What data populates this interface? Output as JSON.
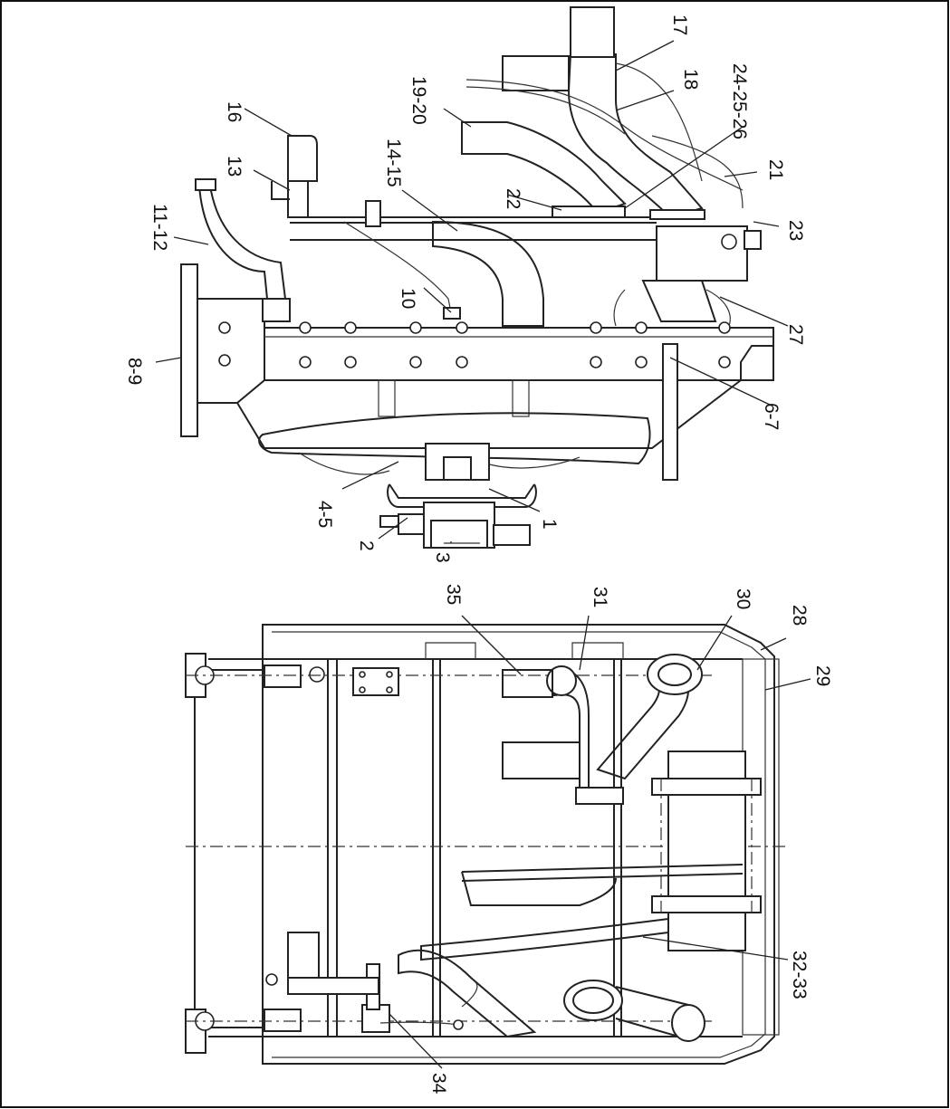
{
  "diagram": {
    "labels": [
      "1",
      "2",
      "3",
      "4-5",
      "6-7",
      "8-9",
      "10",
      "11-12",
      "13",
      "14-15",
      "16",
      "17",
      "18",
      "19-20",
      "21",
      "22",
      "23",
      "24-25-26",
      "27",
      "28",
      "29",
      "30",
      "31",
      "32-33",
      "34",
      "35"
    ]
  }
}
